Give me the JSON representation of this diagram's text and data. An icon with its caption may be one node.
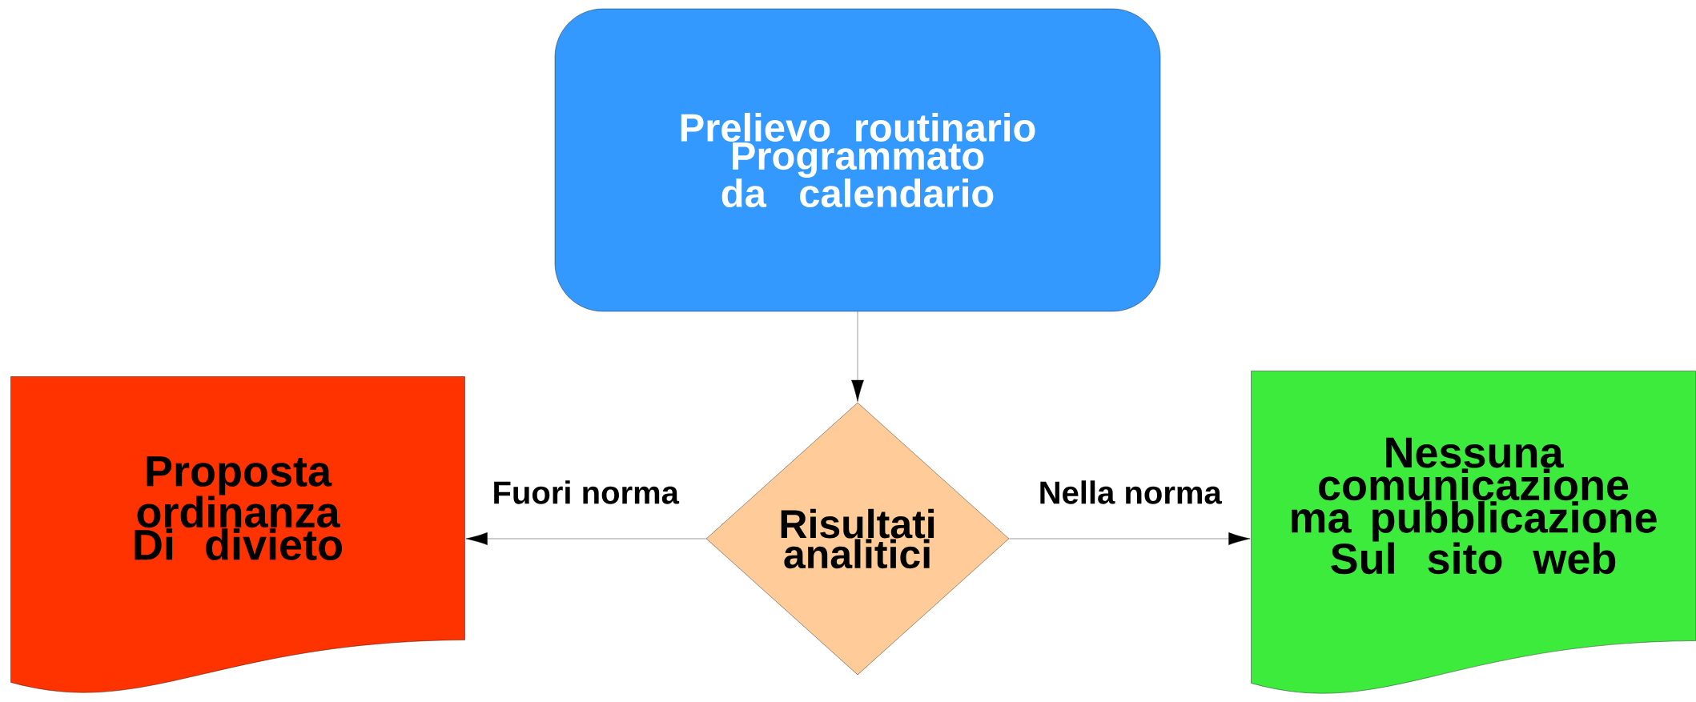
{
  "diagram": {
    "nodes": [
      {
        "text": [
          "Prelievo routinario Programmato da calendario"
        ]
      },
      {
        "text": [
          "Proposta ordinanza Di divieto"
        ]
      },
      {
        "text": [
          "Risultati analitici"
        ]
      },
      {
        "text": [
          "Nessuna comunicazione ma pubblicazione Sul sito web"
        ]
      }
    ],
    "edges": [
      {
        "from": 0,
        "to": 2,
        "arrow": "to"
      },
      {
        "from": 2,
        "to": 1,
        "arrow": "to",
        "label": "Fuori norma"
      },
      {
        "from": 2,
        "to": 3,
        "arrow": "to",
        "label": "Nella norma"
      }
    ]
  }
}
